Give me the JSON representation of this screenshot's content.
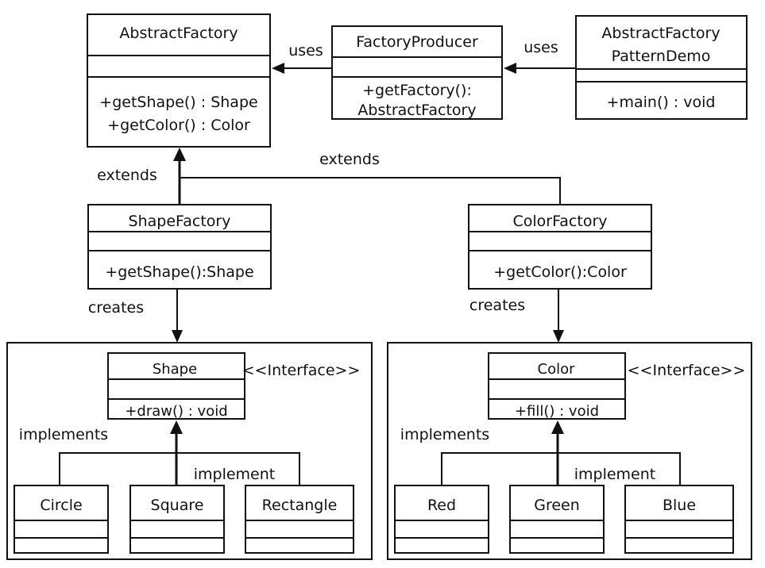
{
  "classes": {
    "abstract_factory": {
      "name": "AbstractFactory",
      "methods": [
        "+getShape() : Shape",
        "+getColor() : Color"
      ]
    },
    "factory_producer": {
      "name": "FactoryProducer",
      "methods": [
        "+getFactory():",
        "AbstractFactory"
      ]
    },
    "demo": {
      "name_lines": [
        "AbstractFactory",
        "PatternDemo"
      ],
      "methods": [
        "+main() : void"
      ]
    },
    "shape_factory": {
      "name": "ShapeFactory",
      "methods": [
        "+getShape():Shape"
      ]
    },
    "color_factory": {
      "name": "ColorFactory",
      "methods": [
        "+getColor():Color"
      ]
    },
    "shape": {
      "name": "Shape",
      "stereotype": "<<Interface>>",
      "methods": [
        "+draw() : void"
      ]
    },
    "color": {
      "name": "Color",
      "stereotype": "<<Interface>>",
      "methods": [
        "+fill() : void"
      ]
    },
    "circle": {
      "name": "Circle"
    },
    "square": {
      "name": "Square"
    },
    "rectangle": {
      "name": "Rectangle"
    },
    "red": {
      "name": "Red"
    },
    "green": {
      "name": "Green"
    },
    "blue": {
      "name": "Blue"
    }
  },
  "labels": {
    "uses_left": "uses",
    "uses_right": "uses",
    "extends_left": "extends",
    "extends_right": "extends",
    "creates_left": "creates",
    "creates_right": "creates",
    "implements_left": "implements",
    "implements_right": "implements",
    "implement_left": "implement",
    "implement_right": "implement"
  }
}
